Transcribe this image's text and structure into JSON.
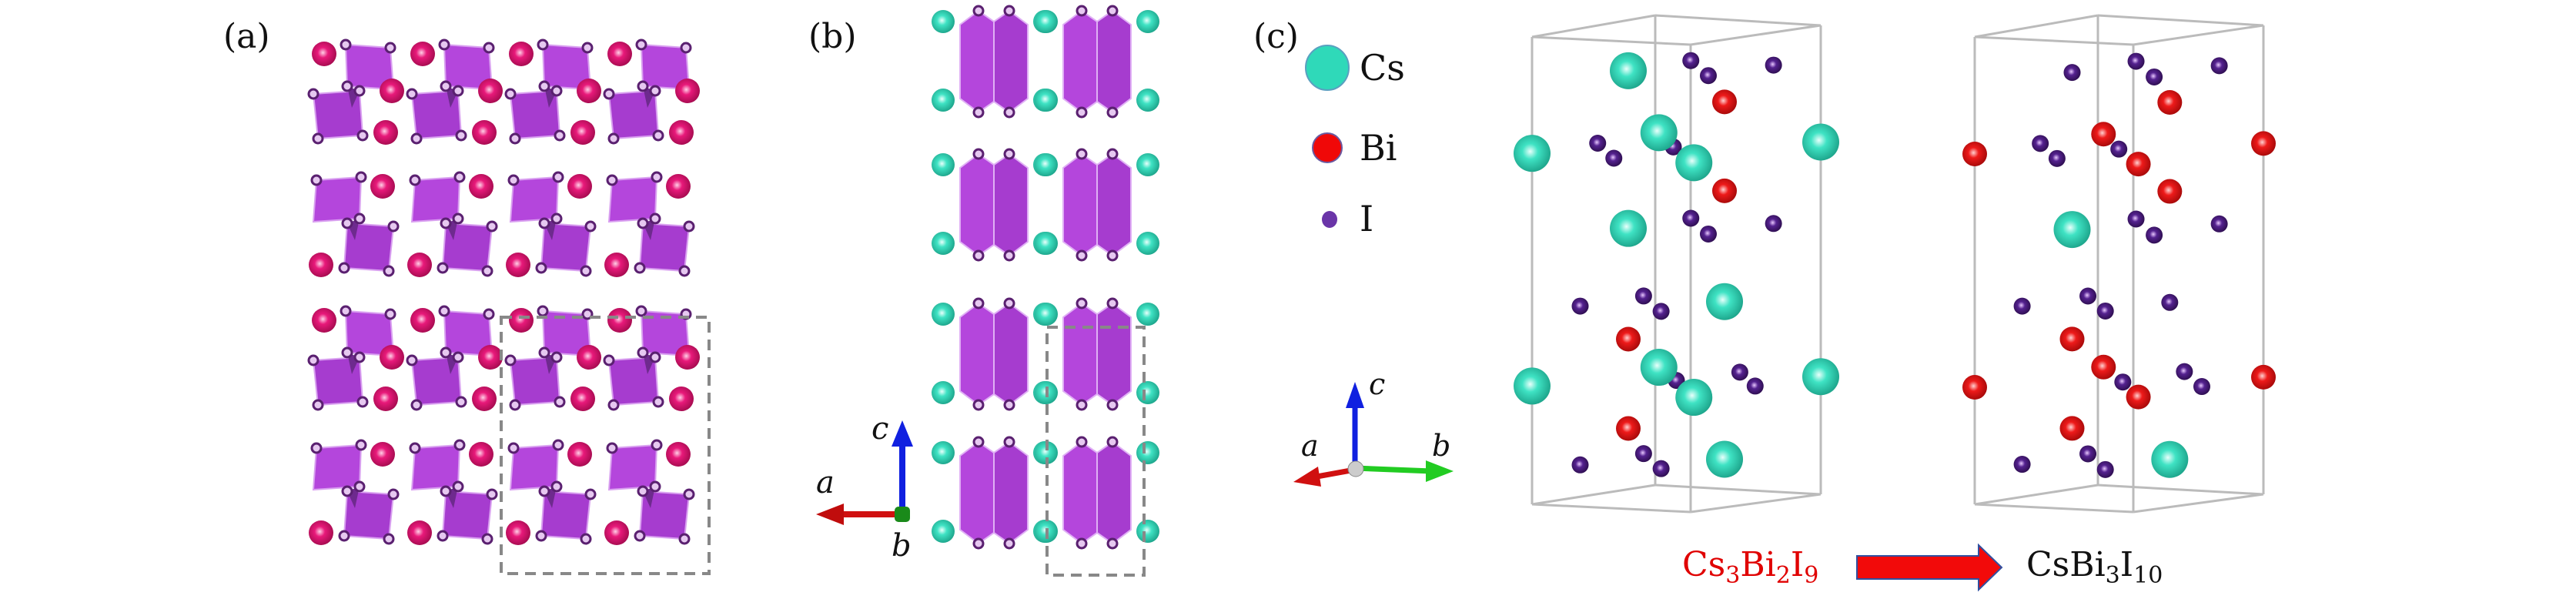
{
  "panels": {
    "a": {
      "label": "(a)"
    },
    "b": {
      "label": "(b)",
      "axes": {
        "a": "a",
        "b": "b",
        "c": "c"
      }
    },
    "c": {
      "label": "(c)",
      "axes": {
        "a": "a",
        "b": "b",
        "c": "c"
      },
      "legend": [
        {
          "element": "Cs",
          "color": "#2fd9b9"
        },
        {
          "element": "Bi",
          "color": "#e8151a"
        },
        {
          "element": "I",
          "color": "#4b1f7e"
        }
      ],
      "transition": {
        "from": {
          "parts": [
            "Cs",
            "3",
            "Bi",
            "2",
            "I",
            "9"
          ],
          "color": "#e00000"
        },
        "to": {
          "parts": [
            "CsBi",
            "3",
            "I",
            "10"
          ],
          "color": "#111111"
        },
        "arrow_color": "#f20a0a"
      }
    }
  },
  "colors": {
    "octahedron": "#b446dc",
    "cs_sphere_panel_a": "#e0136f",
    "cs_sphere": "#2fd9b9",
    "bi_sphere": "#e8151a",
    "i_sphere": "#4b1f7e",
    "axis_a": "#d01010",
    "axis_b": "#22cc22",
    "axis_c": "#1020e0"
  }
}
